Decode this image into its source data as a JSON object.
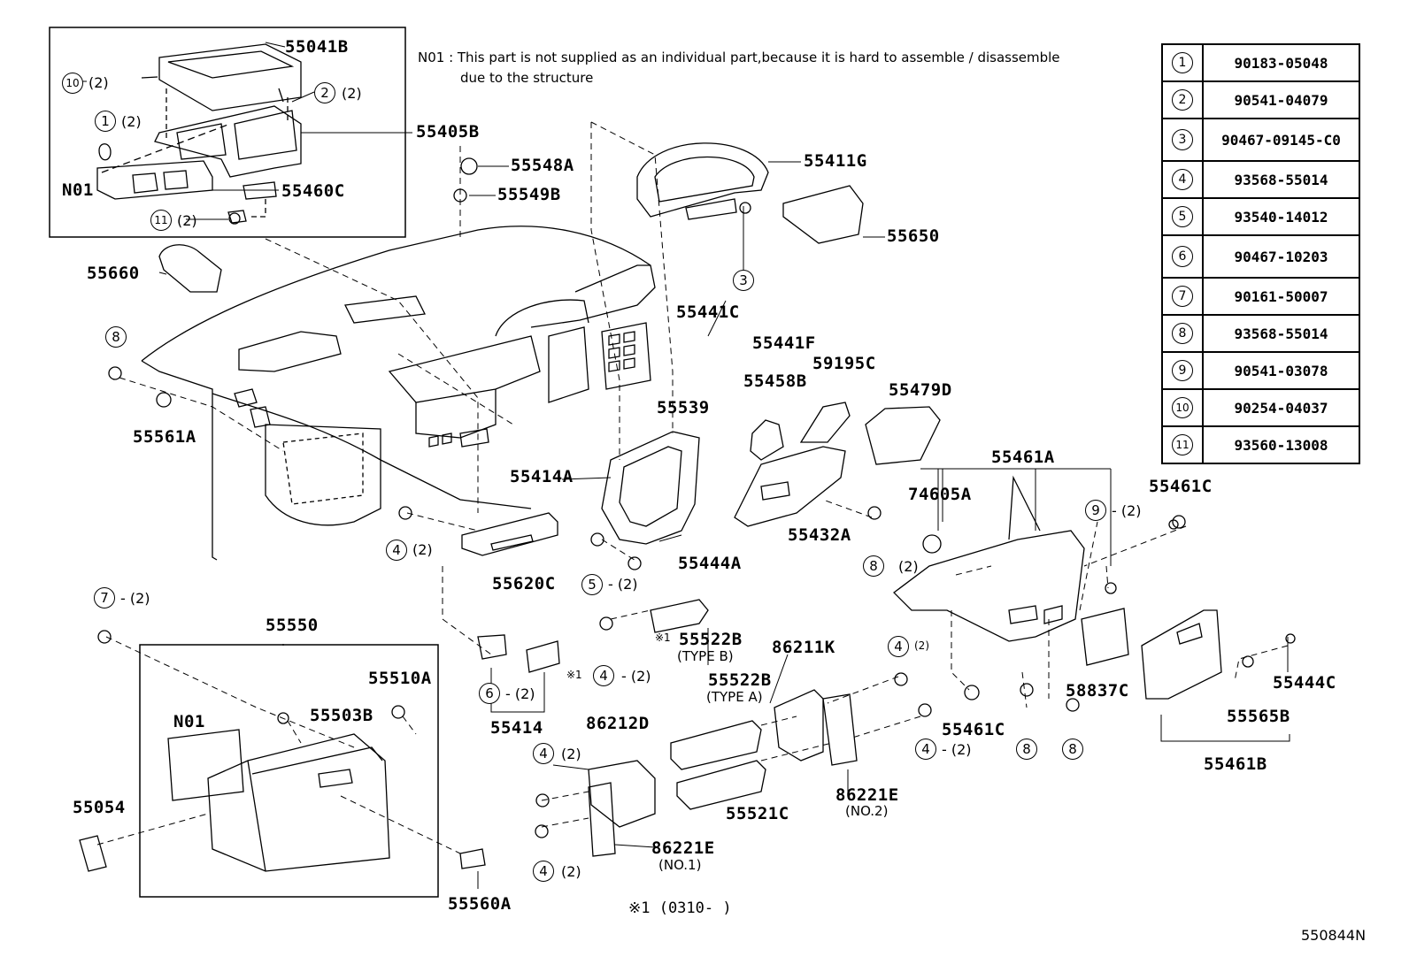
{
  "note": {
    "line1": "N01 : This part is not supplied as an individual part,because it is hard to assemble / disassemble",
    "line2": "due to the structure"
  },
  "table": [
    {
      "ref": "1",
      "part": "90183-05048"
    },
    {
      "ref": "2",
      "part": "90541-04079"
    },
    {
      "ref": "3",
      "part": "90467-09145-C0"
    },
    {
      "ref": "4",
      "part": "93568-55014"
    },
    {
      "ref": "5",
      "part": "93540-14012"
    },
    {
      "ref": "6",
      "part": "90467-10203"
    },
    {
      "ref": "7",
      "part": "90161-50007"
    },
    {
      "ref": "8",
      "part": "93568-55014"
    },
    {
      "ref": "9",
      "part": "90541-03078"
    },
    {
      "ref": "10",
      "part": "90254-04037"
    },
    {
      "ref": "11",
      "part": "93560-13008"
    }
  ],
  "labels": {
    "p55041B": "55041B",
    "p55405B": "55405B",
    "pN01a": "N01",
    "p55460C": "55460C",
    "p55548A": "55548A",
    "p55549B": "55549B",
    "p55411G": "55411G",
    "p55650": "55650",
    "p55660": "55660",
    "p55441C": "55441C",
    "p55441F": "55441F",
    "p55458B": "55458B",
    "p59195C": "59195C",
    "p55479D": "55479D",
    "p55539": "55539",
    "p55561A": "55561A",
    "p55414A": "55414A",
    "p55461A": "55461A",
    "p74605A": "74605A",
    "p55461C_top": "55461C",
    "p55432A": "55432A",
    "p55620C": "55620C",
    "p55444A": "55444A",
    "p55550": "55550",
    "p55510A": "55510A",
    "p55503B": "55503B",
    "pN01b": "N01",
    "p55054": "55054",
    "p55560A": "55560A",
    "p55414": "55414",
    "p55522B_b": "55522B",
    "p55522B_a": "55522B",
    "p86211K": "86211K",
    "p86212D": "86212D",
    "p55521C": "55521C",
    "p86221E_2": "86221E",
    "p86221E_1": "86221E",
    "p55461C_bot": "55461C",
    "p58837C": "58837C",
    "p55444C": "55444C",
    "p55565B": "55565B",
    "p55461B": "55461B"
  },
  "sublabels": {
    "typeB": "(TYPE B)",
    "typeA": "(TYPE A)",
    "no2": "(NO.2)",
    "no1": "(NO.1)"
  },
  "qty": {
    "two": "(2)",
    "dash_two": "- (2)"
  },
  "footnote": "※1 (0310-      )",
  "footnote_mark": "※1",
  "diagram_code": "550844N"
}
